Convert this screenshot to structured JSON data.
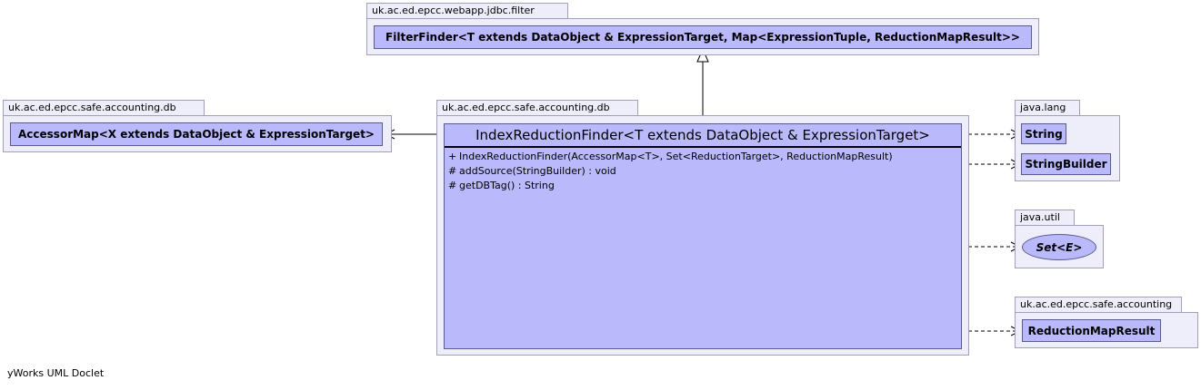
{
  "packages": {
    "filter": "uk.ac.ed.epcc.webapp.jdbc.filter",
    "db_left": "uk.ac.ed.epcc.safe.accounting.db",
    "db_main": "uk.ac.ed.epcc.safe.accounting.db",
    "java_lang": "java.lang",
    "java_util": "java.util",
    "accounting": "uk.ac.ed.epcc.safe.accounting"
  },
  "classes": {
    "filter_finder": "FilterFinder<T extends DataObject & ExpressionTarget, Map<ExpressionTuple, ReductionMapResult>>",
    "accessor_map": "AccessorMap<X extends DataObject & ExpressionTarget>",
    "string": "String",
    "string_builder": "StringBuilder",
    "set": "Set<E>",
    "reduction_map_result": "ReductionMapResult"
  },
  "main_class": {
    "title": "IndexReductionFinder<T extends DataObject & ExpressionTarget>",
    "members": [
      {
        "visibility": "+",
        "text": "IndexReductionFinder(AccessorMap<T>, Set<ReductionTarget>, ReductionMapResult)"
      },
      {
        "visibility": "#",
        "text": "addSource(StringBuilder) : void"
      },
      {
        "visibility": "#",
        "text": "getDBTag() : String"
      }
    ]
  },
  "footer": "yWorks UML Doclet"
}
